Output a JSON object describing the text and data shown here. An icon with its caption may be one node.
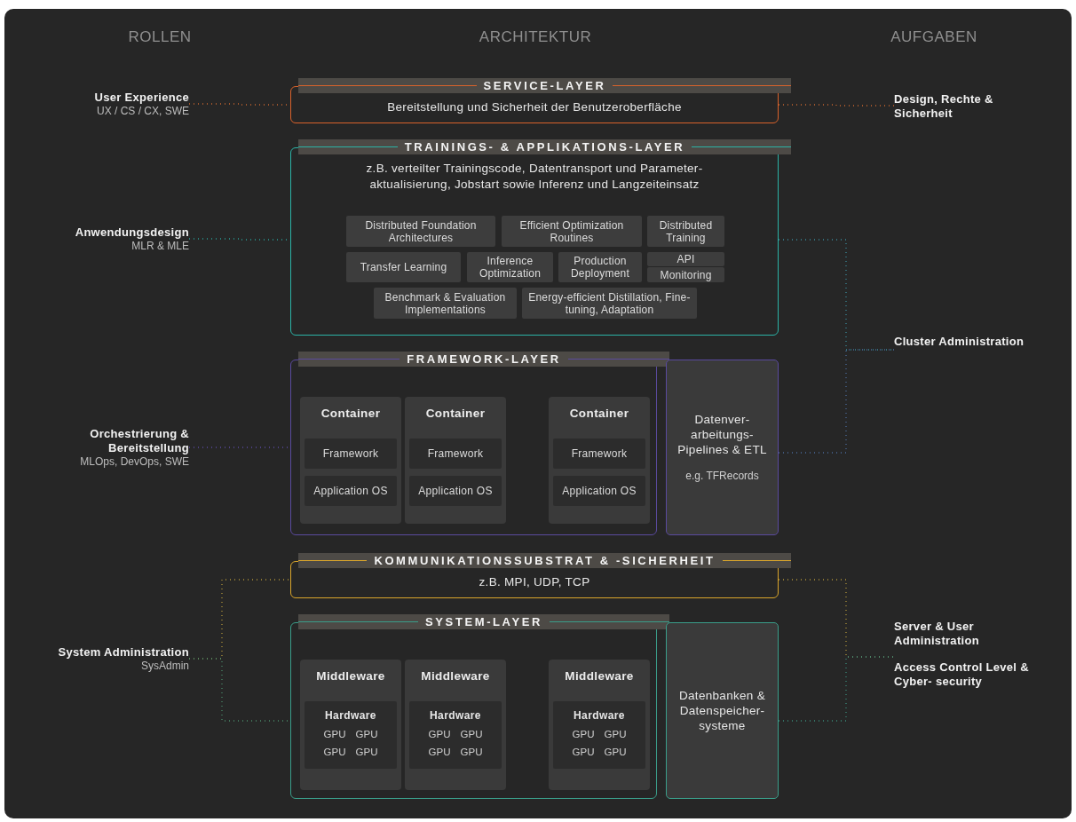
{
  "diagram": {
    "nodes": [
      {
        "text": [
          "User Experience",
          "UX / CS / CX, SWE"
        ]
      },
      {
        "text": [
          "Anwendungsdesign",
          "MLR & MLE"
        ]
      },
      {
        "text": [
          "Orchestrierung & Bereitstellung",
          "MLOps, DevOps, SWE"
        ]
      },
      {
        "text": [
          "System Administration",
          "SysAdmin"
        ]
      },
      {
        "text": [
          "SERVICE-LAYER",
          "Bereitstellung und Sicherheit der Benutzeroberfläche"
        ]
      },
      {
        "text": [
          "TRAININGS- & APPLIKATIONS-LAYER",
          "z.B. verteilter Trainingscode, Datentransport und Parameter- aktualisierung, Jobstart sowie Inferenz und Langzeiteinsatz"
        ]
      },
      {
        "text": [
          "Distributed Foundation Architectures"
        ],
        "in": 5
      },
      {
        "text": [
          "Efficient Optimization Routines"
        ],
        "in": 5
      },
      {
        "text": [
          "Distributed Training"
        ],
        "in": 5
      },
      {
        "text": [
          "Transfer Learning"
        ],
        "in": 5
      },
      {
        "text": [
          "Inference Optimization"
        ],
        "in": 5
      },
      {
        "text": [
          "Production Deployment"
        ],
        "in": 5
      },
      {
        "text": [
          "API"
        ],
        "in": 5
      },
      {
        "text": [
          "Monitoring"
        ],
        "in": 5
      },
      {
        "text": [
          "Benchmark & Evaluation Implementations"
        ],
        "in": 5
      },
      {
        "text": [
          "Energy-efficient Distillation, Fine-tuning, Adaptation"
        ],
        "in": 5
      },
      {
        "text": [
          "FRAMEWORK-LAYER"
        ]
      },
      {
        "text": [
          "Container"
        ],
        "in": 16
      },
      {
        "text": [
          "Framework"
        ],
        "in": 17
      },
      {
        "text": [
          "Application OS"
        ],
        "in": 17
      },
      {
        "text": [
          "Container"
        ],
        "in": 16
      },
      {
        "text": [
          "Framework"
        ],
        "in": 20
      },
      {
        "text": [
          "Application OS"
        ],
        "in": 20
      },
      {
        "text": [
          "Container"
        ],
        "in": 16
      },
      {
        "text": [
          "Framework"
        ],
        "in": 23
      },
      {
        "text": [
          "Application OS"
        ],
        "in": 23
      },
      {
        "text": [
          "Datenver- arbeitungs- Pipelines & ETL",
          "e.g. TFRecords"
        ]
      },
      {
        "text": [
          "KOMMUNIKATIONSSUBSTRAT & -SICHERHEIT",
          "z.B. MPI, UDP, TCP"
        ]
      },
      {
        "text": [
          "SYSTEM-LAYER"
        ]
      },
      {
        "text": [
          "Middleware"
        ],
        "in": 28
      },
      {
        "text": [
          "Hardware",
          "GPU",
          "GPU",
          "GPU",
          "GPU"
        ],
        "in": 29
      },
      {
        "text": [
          "Middleware"
        ],
        "in": 28
      },
      {
        "text": [
          "Hardware",
          "GPU",
          "GPU",
          "GPU",
          "GPU"
        ],
        "in": 31
      },
      {
        "text": [
          "Middleware"
        ],
        "in": 28
      },
      {
        "text": [
          "Hardware",
          "GPU",
          "GPU",
          "GPU",
          "GPU"
        ],
        "in": 33
      },
      {
        "text": [
          "Datenbanken & Datenspeicher- systeme"
        ]
      },
      {
        "text": [
          "Design, Rechte & Sicherheit"
        ]
      },
      {
        "text": [
          "Cluster Administration"
        ]
      },
      {
        "text": [
          "Server & User Administration",
          "Access Control Level & Cyber- security"
        ]
      }
    ],
    "edges": [
      {
        "from": 0,
        "to": 4,
        "arrow": "none",
        "color": "#c8652f"
      },
      {
        "from": 1,
        "to": 5,
        "arrow": "none",
        "color": "#2a9e96"
      },
      {
        "from": 2,
        "to": 16,
        "arrow": "none",
        "color": "#5a4a9e"
      },
      {
        "from": 3,
        "to": 27,
        "arrow": "none",
        "color": "#b0943a"
      },
      {
        "from": 3,
        "to": 28,
        "arrow": "none",
        "color": "#4a8a6a"
      },
      {
        "from": 4,
        "to": 36,
        "arrow": "none",
        "color": "#c8652f"
      },
      {
        "from": 5,
        "to": 37,
        "arrow": "none",
        "color": "#3a8a9a"
      },
      {
        "from": 26,
        "to": 37,
        "arrow": "none",
        "color": "#4a6a9a"
      },
      {
        "from": 27,
        "to": 38,
        "arrow": "none",
        "color": "#b0943a"
      },
      {
        "from": 35,
        "to": 38,
        "arrow": "none",
        "color": "#3a8a7a"
      }
    ],
    "labels": [
      "ROLLEN",
      "ARCHITEKTUR",
      "AUFGABEN"
    ]
  }
}
